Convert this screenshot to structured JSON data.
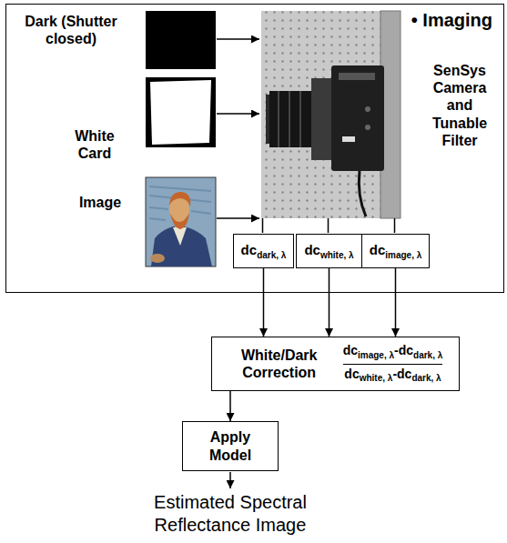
{
  "diagram": {
    "nodes": [
      {
        "text": [
          "• Imaging"
        ]
      },
      {
        "text": [
          "dc",
          "dark, λ"
        ],
        "in": 0
      },
      {
        "text": [
          "dc",
          "white, λ"
        ],
        "in": 0
      },
      {
        "text": [
          "dc",
          "image, λ"
        ],
        "in": 0
      },
      {
        "text": [
          "White/Dark Correction",
          "dc",
          "image, λ",
          "-dc",
          "dark, λ",
          "dc",
          "white, λ",
          "-dc",
          "dark, λ"
        ]
      },
      {
        "text": [
          "Apply Model"
        ]
      }
    ],
    "edges": [
      {
        "from": 1,
        "to": 4,
        "arrow": "to"
      },
      {
        "from": 2,
        "to": 4,
        "arrow": "to"
      },
      {
        "from": 3,
        "to": 4,
        "arrow": "to"
      },
      {
        "from": 4,
        "to": 5,
        "arrow": "to"
      }
    ],
    "labels": [
      "Dark (Shutter closed)",
      "White Card",
      "Image",
      "SenSys Camera and Tunable Filter",
      "Estimated Spectral Reflectance Image"
    ]
  }
}
